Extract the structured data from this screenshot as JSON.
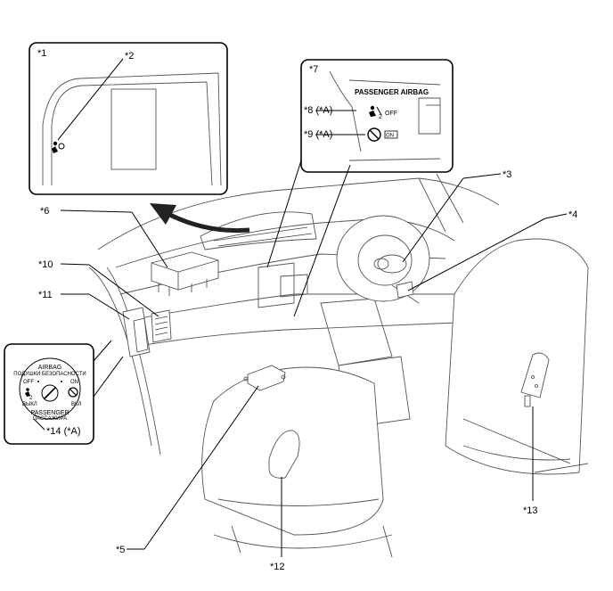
{
  "callouts": {
    "c1": "*1",
    "c2": "*2",
    "c3": "*3",
    "c4": "*4",
    "c5": "*5",
    "c6": "*6",
    "c7": "*7",
    "c8": "*8 (*A)",
    "c9": "*9 (*A)",
    "c10": "*10",
    "c11": "*11",
    "c12": "*12",
    "c13": "*13",
    "c14": "*14 (*A)"
  },
  "indicator_panel": {
    "title": "PASSENGER AIRBAG",
    "off_text": "OFF",
    "on_text": "ON"
  },
  "switch_panel": {
    "airbag": "AIRBAG",
    "airbag_ru": "ПОДУШКИ БЕЗОПАСНОСТИ",
    "off": "OFF",
    "on": "ON",
    "off_ru": "ВЫКЛ",
    "on_ru": "ВКЛ",
    "passenger": "PASSENGER",
    "passenger_ru": "ПАССАЖИРА"
  },
  "icons": [
    "airbag-person-icon",
    "airbag-off-icon",
    "airbag-on-icon",
    "key-switch-icon",
    "arrow-icon"
  ]
}
